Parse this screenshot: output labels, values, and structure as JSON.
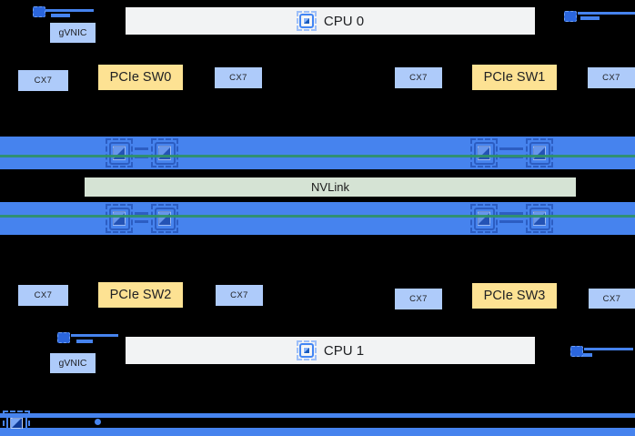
{
  "colors": {
    "bg": "#000000",
    "light_blue": "#aecbfa",
    "yellow": "#fde293",
    "cpu_gray": "#f2f3f4",
    "bar_blue": "#4683ee",
    "nvlink_green": "#d5e3d4",
    "green_line": "#2f8f6b",
    "text_dark": "#202124"
  },
  "labels": {
    "cpu0": "CPU 0",
    "cpu1": "CPU 1",
    "nvlink": "NVLink",
    "gvnic": "gVNIC",
    "cx7": "CX7",
    "pcie_sw0": "PCIe SW0",
    "pcie_sw1": "PCIe SW1",
    "pcie_sw2": "PCIe SW2",
    "pcie_sw3": "PCIe SW3"
  },
  "icons": {
    "cpu": "processor-chip-icon",
    "gpu": "gpu-chip-icon",
    "nic": "network-interface-icon"
  }
}
